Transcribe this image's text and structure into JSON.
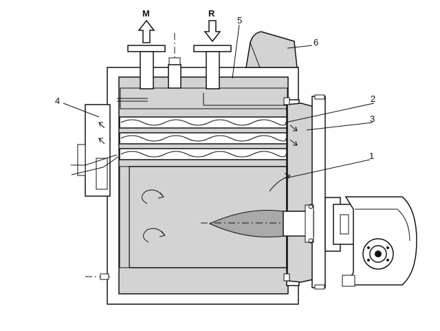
{
  "diagram": {
    "callouts": [
      "1",
      "2",
      "3",
      "4",
      "5",
      "6"
    ],
    "flow_labels": {
      "outlet": "M",
      "return": "R"
    },
    "colors": {
      "body": "#d3d3d3",
      "line": "#111111",
      "flame": "#a9a9a9"
    }
  }
}
